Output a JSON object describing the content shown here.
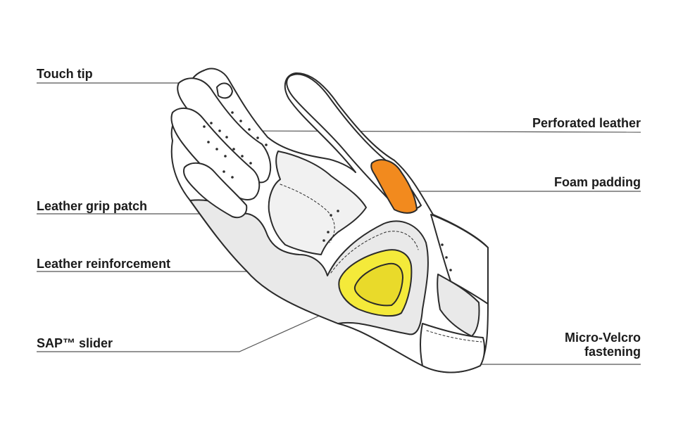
{
  "diagram": {
    "colors": {
      "outline": "#2b2b2b",
      "leader": "#555555",
      "glove_fill": "#ffffff",
      "reinforcement_fill": "#e9e9e9",
      "grip_fill": "#f1f1f1",
      "foam_padding": "#f28a1e",
      "slider": "#f4ea3a",
      "slider_inner": "#e9da2a"
    },
    "labels": {
      "touch_tip": "Touch tip",
      "perforated_leather": "Perforated leather",
      "foam_padding": "Foam padding",
      "leather_grip_patch": "Leather grip patch",
      "leather_reinforcement": "Leather reinforcement",
      "sap_slider": "SAP™ slider",
      "micro_velcro_line1": "Micro-Velcro",
      "micro_velcro_line2": "fastening"
    }
  }
}
